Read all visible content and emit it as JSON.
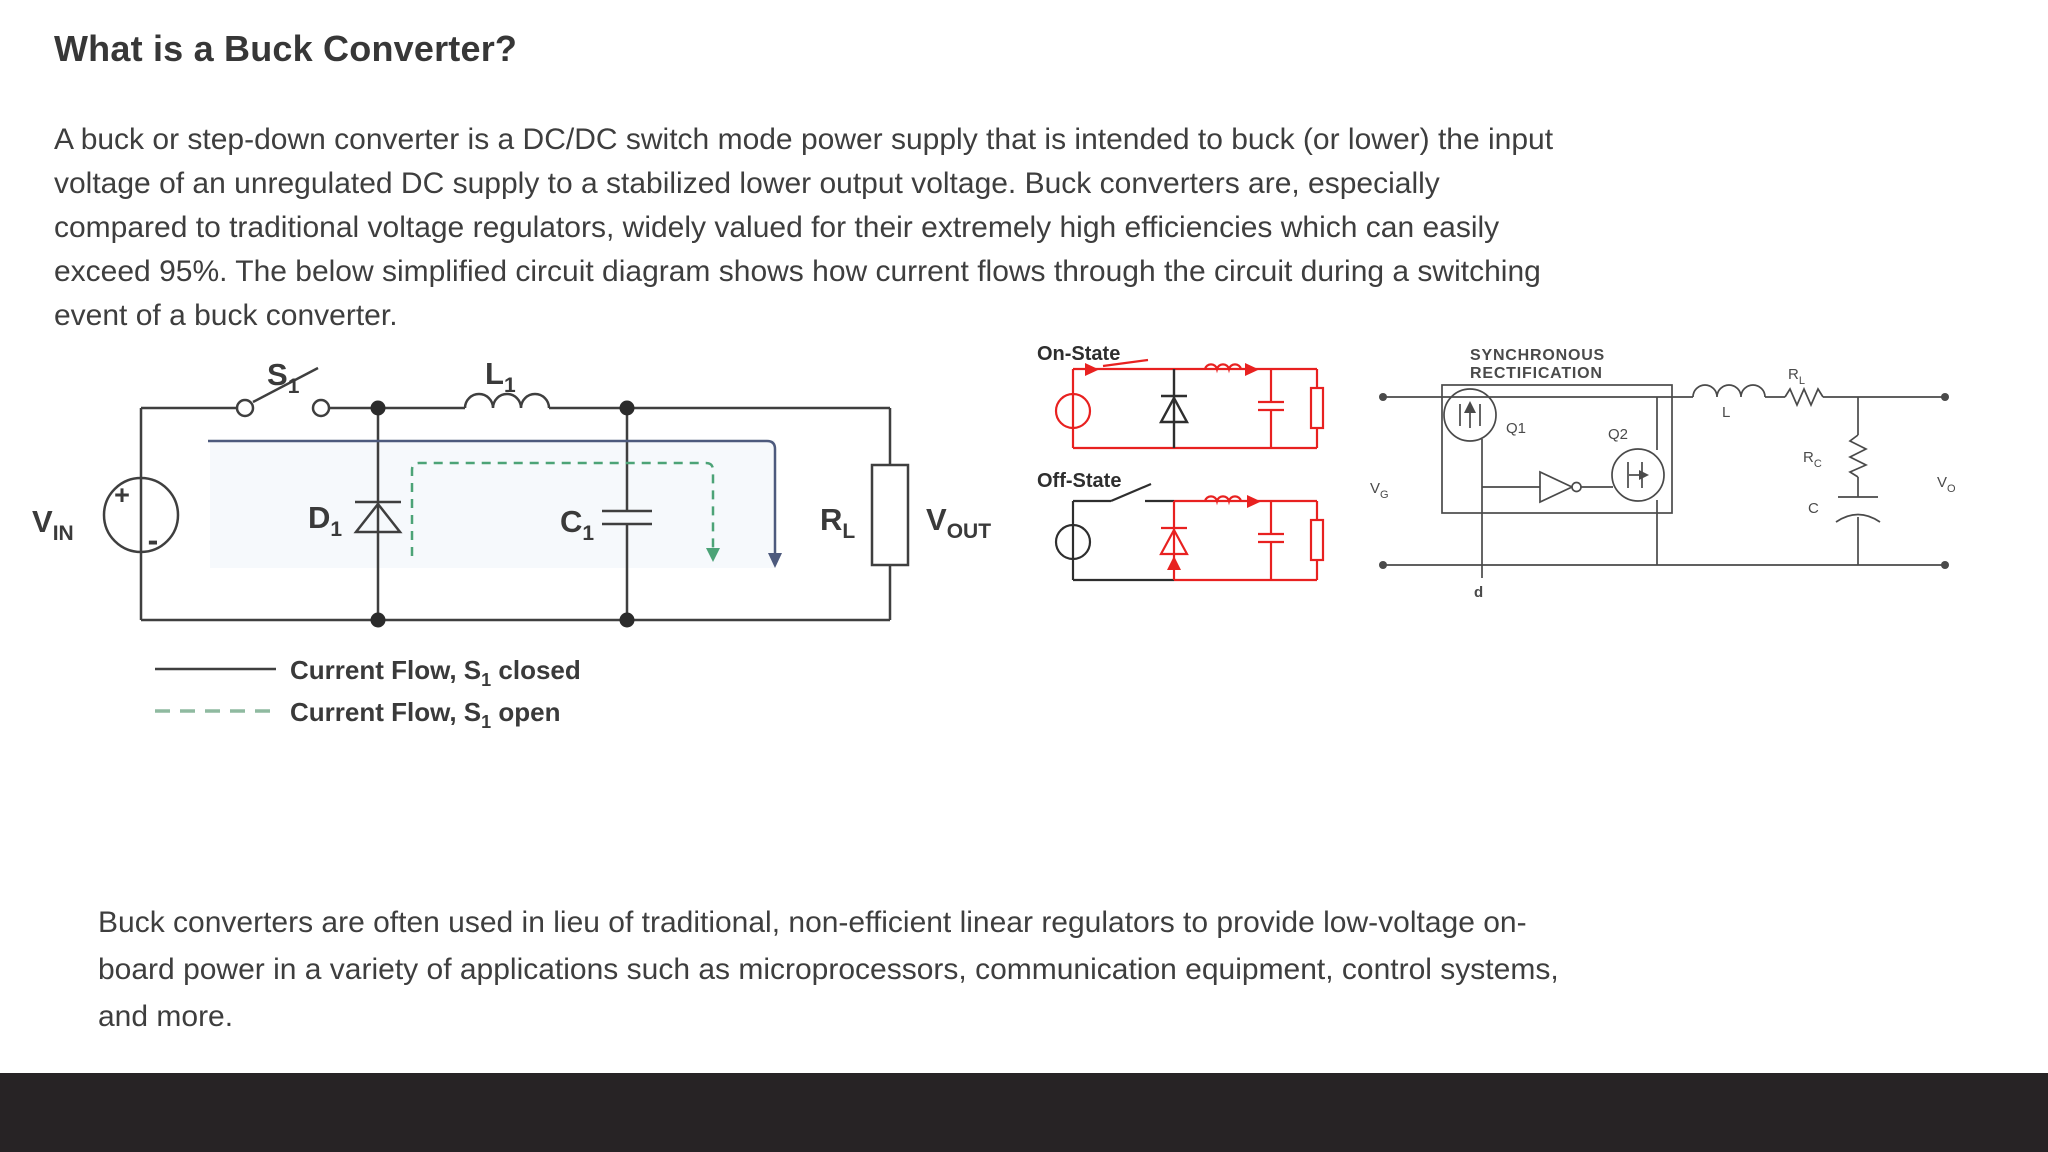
{
  "page": {
    "title": "What is a Buck Converter?",
    "intro_lines": [
      "A buck or step-down converter is a DC/DC switch mode power supply that is intended to buck (or lower) the input",
      "voltage of an unregulated DC supply to a stabilized lower output voltage. Buck converters are, especially",
      "compared to traditional voltage regulators, widely valued for their extremely high efficiencies which can easily",
      "exceed 95%. The below simplified circuit diagram shows how current flows through the circuit during a switching",
      "event of a buck converter."
    ],
    "outro_lines": [
      "Buck converters are often used in lieu of traditional, non-efficient linear regulators to provide low-voltage on-",
      "board power in a variety of applications such as microprocessors, communication equipment, control systems,",
      "and more."
    ]
  },
  "main_diagram": {
    "labels": {
      "vin": {
        "main": "V",
        "sub": "IN"
      },
      "s1": {
        "main": "S",
        "sub": "1"
      },
      "l1": {
        "main": "L",
        "sub": "1"
      },
      "d1": {
        "main": "D",
        "sub": "1"
      },
      "c1": {
        "main": "C",
        "sub": "1"
      },
      "rl": {
        "main": "R",
        "sub": "L"
      },
      "vout": {
        "main": "V",
        "sub": "OUT"
      },
      "plus": "+",
      "minus": "-"
    },
    "legend": [
      {
        "pre": "Current Flow, S",
        "sub": "1",
        "post": " closed",
        "style": "solid"
      },
      {
        "pre": "Current Flow, S",
        "sub": "1",
        "post": " open",
        "style": "dashed"
      }
    ]
  },
  "state_diagrams": {
    "on_label": "On-State",
    "off_label": "Off-State"
  },
  "sync_diagram": {
    "title_line1": "SYNCHRONOUS",
    "title_line2": "RECTIFICATION",
    "q1": "Q1",
    "q2": "Q2",
    "d": "d",
    "vg": {
      "main": "V",
      "sub": "G"
    },
    "l": "L",
    "rl": {
      "main": "R",
      "sub": "L"
    },
    "rc": {
      "main": "R",
      "sub": "C"
    },
    "c": "C",
    "vo": {
      "main": "V",
      "sub": "O"
    }
  },
  "colors": {
    "line_dark": "#3f3f3f",
    "red": "#e82120",
    "flow_blue": "#4d5a7d",
    "flow_green": "#4ca377",
    "legend_green": "#8fbaa0",
    "bottom_bar": "#272325"
  }
}
